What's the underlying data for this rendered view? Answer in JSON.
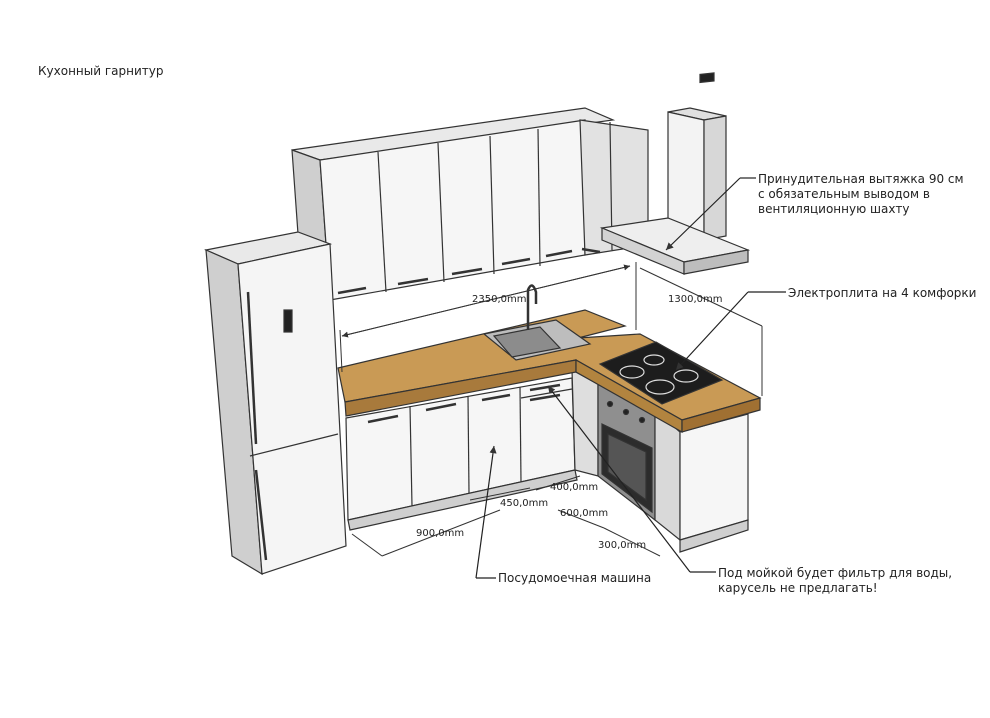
{
  "title": "Кухонный гарнитур",
  "dimensions": {
    "top_run": "2350,0mm",
    "side_run": "1300,0mm",
    "d900": "900,0mm",
    "d450": "450,0mm",
    "d400": "400,0mm",
    "d600": "600,0mm",
    "d300": "300,0mm"
  },
  "callouts": {
    "hood": [
      "Принудительная вытяжка 90 см",
      "с обязательным выводом в",
      "вентиляционную шахту"
    ],
    "stove": "Электроплита на 4 комфорки",
    "dishwasher": "Посудомоечная машина",
    "sink_filter": [
      "Под мойкой будет фильтр для воды,",
      "карусель не предлагать!"
    ]
  },
  "colors": {
    "line": "#333333",
    "cabinet": "#f4f4f4",
    "cabinet_side": "#d9d9d9",
    "worktop": "#c99a55",
    "worktop_edge": "#a87a3c",
    "steel": "#9a9a9a"
  }
}
